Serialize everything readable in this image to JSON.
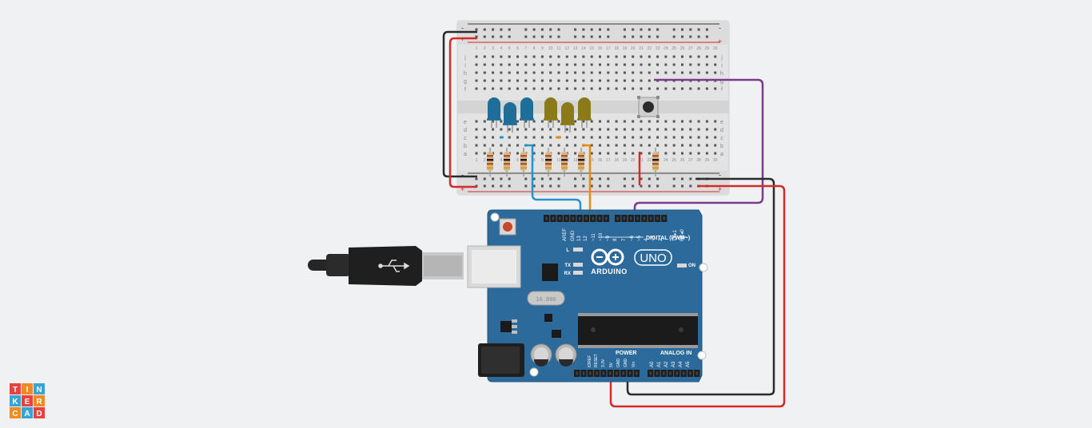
{
  "app": {
    "logo_letters": [
      "T",
      "I",
      "N",
      "K",
      "E",
      "R",
      "C",
      "A",
      "D"
    ],
    "logo_colors": [
      "#e8423f",
      "#ef8a25",
      "#3aa3d6",
      "#3aa3d6",
      "#e8423f",
      "#ef8a25",
      "#ef8a25",
      "#3aa3d6",
      "#e8423f"
    ]
  },
  "breadboard": {
    "row_letters_top": [
      "j",
      "i",
      "h",
      "g",
      "f"
    ],
    "row_letters_bottom": [
      "e",
      "d",
      "c",
      "b",
      "a"
    ],
    "column_numbers": [
      "1",
      "2",
      "3",
      "4",
      "5",
      "6",
      "7",
      "8",
      "9",
      "10",
      "11",
      "12",
      "13",
      "14",
      "15",
      "16",
      "17",
      "18",
      "19",
      "20",
      "21",
      "22",
      "23",
      "24",
      "25",
      "26",
      "27",
      "28",
      "29",
      "30"
    ],
    "rail_minus": "-",
    "rail_plus": "+"
  },
  "components": {
    "leds": [
      {
        "name": "led-blue-1",
        "color": "#1f6e9a"
      },
      {
        "name": "led-blue-2",
        "color": "#1f6e9a"
      },
      {
        "name": "led-blue-3",
        "color": "#1f6e9a"
      },
      {
        "name": "led-yellow-1",
        "color": "#8a7a1a"
      },
      {
        "name": "led-yellow-2",
        "color": "#8a7a1a"
      },
      {
        "name": "led-yellow-3",
        "color": "#8a7a1a"
      }
    ],
    "resistor_count": 7,
    "pushbutton": "pushbutton"
  },
  "arduino": {
    "brand": "ARDUINO",
    "model": "UNO",
    "digital_header": "DIGITAL (PWM~)",
    "power_header": "POWER",
    "analog_header": "ANALOG IN",
    "on_label": "ON",
    "led_labels": [
      "L",
      "TX",
      "RX"
    ],
    "digital_pins": [
      "AREF",
      "GND",
      "13",
      "12",
      "~11",
      "~10",
      "~9",
      "8",
      "7",
      "~6",
      "~5",
      "4",
      "~3",
      "2",
      "TX▸1",
      "RX◂0"
    ],
    "power_pins": [
      "IOREF",
      "RESET",
      "3.3V",
      "5V",
      "GND",
      "GND",
      "Vin"
    ],
    "analog_pins": [
      "A0",
      "A1",
      "A2",
      "A3",
      "A4",
      "A5"
    ],
    "crystal": "16.000"
  },
  "wires": {
    "black": "#2b2b2b",
    "red": "#d42a2a",
    "blue": "#2794c9",
    "orange": "#e88a12",
    "purple": "#7a3a8e"
  }
}
